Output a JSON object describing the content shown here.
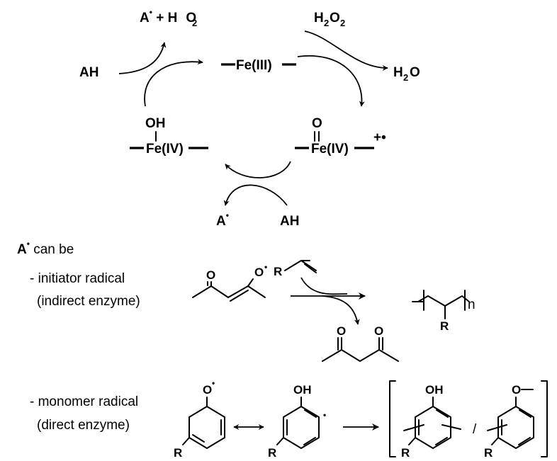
{
  "cycle": {
    "top_product": "A",
    "top_product_rest": " + H",
    "water_o": "O",
    "h2o2_h": "H",
    "h2o2_o": "O",
    "sub_2": "2",
    "h2o_right_h": "H",
    "h2o_right_o": "O",
    "ah_left": "AH",
    "fe3": "Fe(III)",
    "oh": "OH",
    "fe4_left": "Fe(IV)",
    "oxo_o": "O",
    "fe4_right": "Fe(IV)",
    "radical_cation": "+•",
    "a_bottom": "A",
    "ah_bottom": "AH",
    "radical_dot": "•"
  },
  "section": {
    "a_label": "A",
    "can_be": " can be"
  },
  "initiator": {
    "line1": "- initiator radical",
    "line2": "(indirect enzyme)",
    "o_left": "O",
    "o_right": "O",
    "r_vinyl": "R",
    "product_o1": "O",
    "product_o2": "O",
    "poly_r": "R",
    "poly_n": "n"
  },
  "monomer": {
    "line1": "- monomer radical",
    "line2": "(direct enzyme)",
    "o_phenoxy": "O",
    "r1": "R",
    "oh2": "OH",
    "r2": "R",
    "oh3": "OH",
    "r3": "R",
    "slash": "/",
    "o4": "O",
    "r4": "R"
  }
}
